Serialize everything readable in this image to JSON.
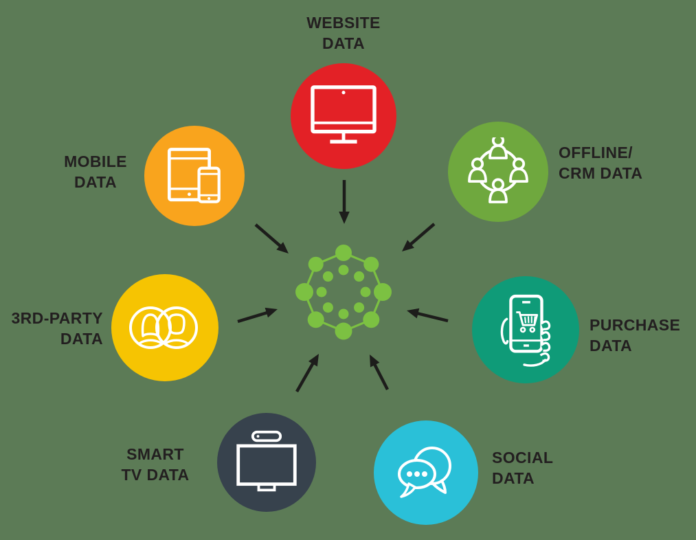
{
  "background_color": "#5c7b56",
  "text_color": "#231f20",
  "arrow_color": "#1d1d1b",
  "icon_stroke_color": "#ffffff",
  "center_hub": {
    "name": "data-hub-cluster",
    "color": "#7cc142"
  },
  "nodes": [
    {
      "id": "website-data",
      "label": "WEBSITE\nDATA",
      "color": "#e32126",
      "icon": "desktop-monitor-icon"
    },
    {
      "id": "mobile-data",
      "label": "MOBILE\nDATA",
      "color": "#f9a41d",
      "icon": "tablet-phone-icon"
    },
    {
      "id": "offline-crm-data",
      "label": "OFFLINE/\nCRM DATA",
      "color": "#6fa83e",
      "icon": "people-network-icon"
    },
    {
      "id": "third-party-data",
      "label": "3RD-PARTY\nDATA",
      "color": "#f6c402",
      "icon": "two-avatars-icon"
    },
    {
      "id": "purchase-data",
      "label": "PURCHASE\nDATA",
      "color": "#0f9b78",
      "icon": "hand-phone-cart-icon"
    },
    {
      "id": "smart-tv-data",
      "label": "SMART\nTV DATA",
      "color": "#37424d",
      "icon": "smart-tv-icon"
    },
    {
      "id": "social-data",
      "label": "SOCIAL\nDATA",
      "color": "#2ac0d8",
      "icon": "chat-bubbles-icon"
    }
  ]
}
